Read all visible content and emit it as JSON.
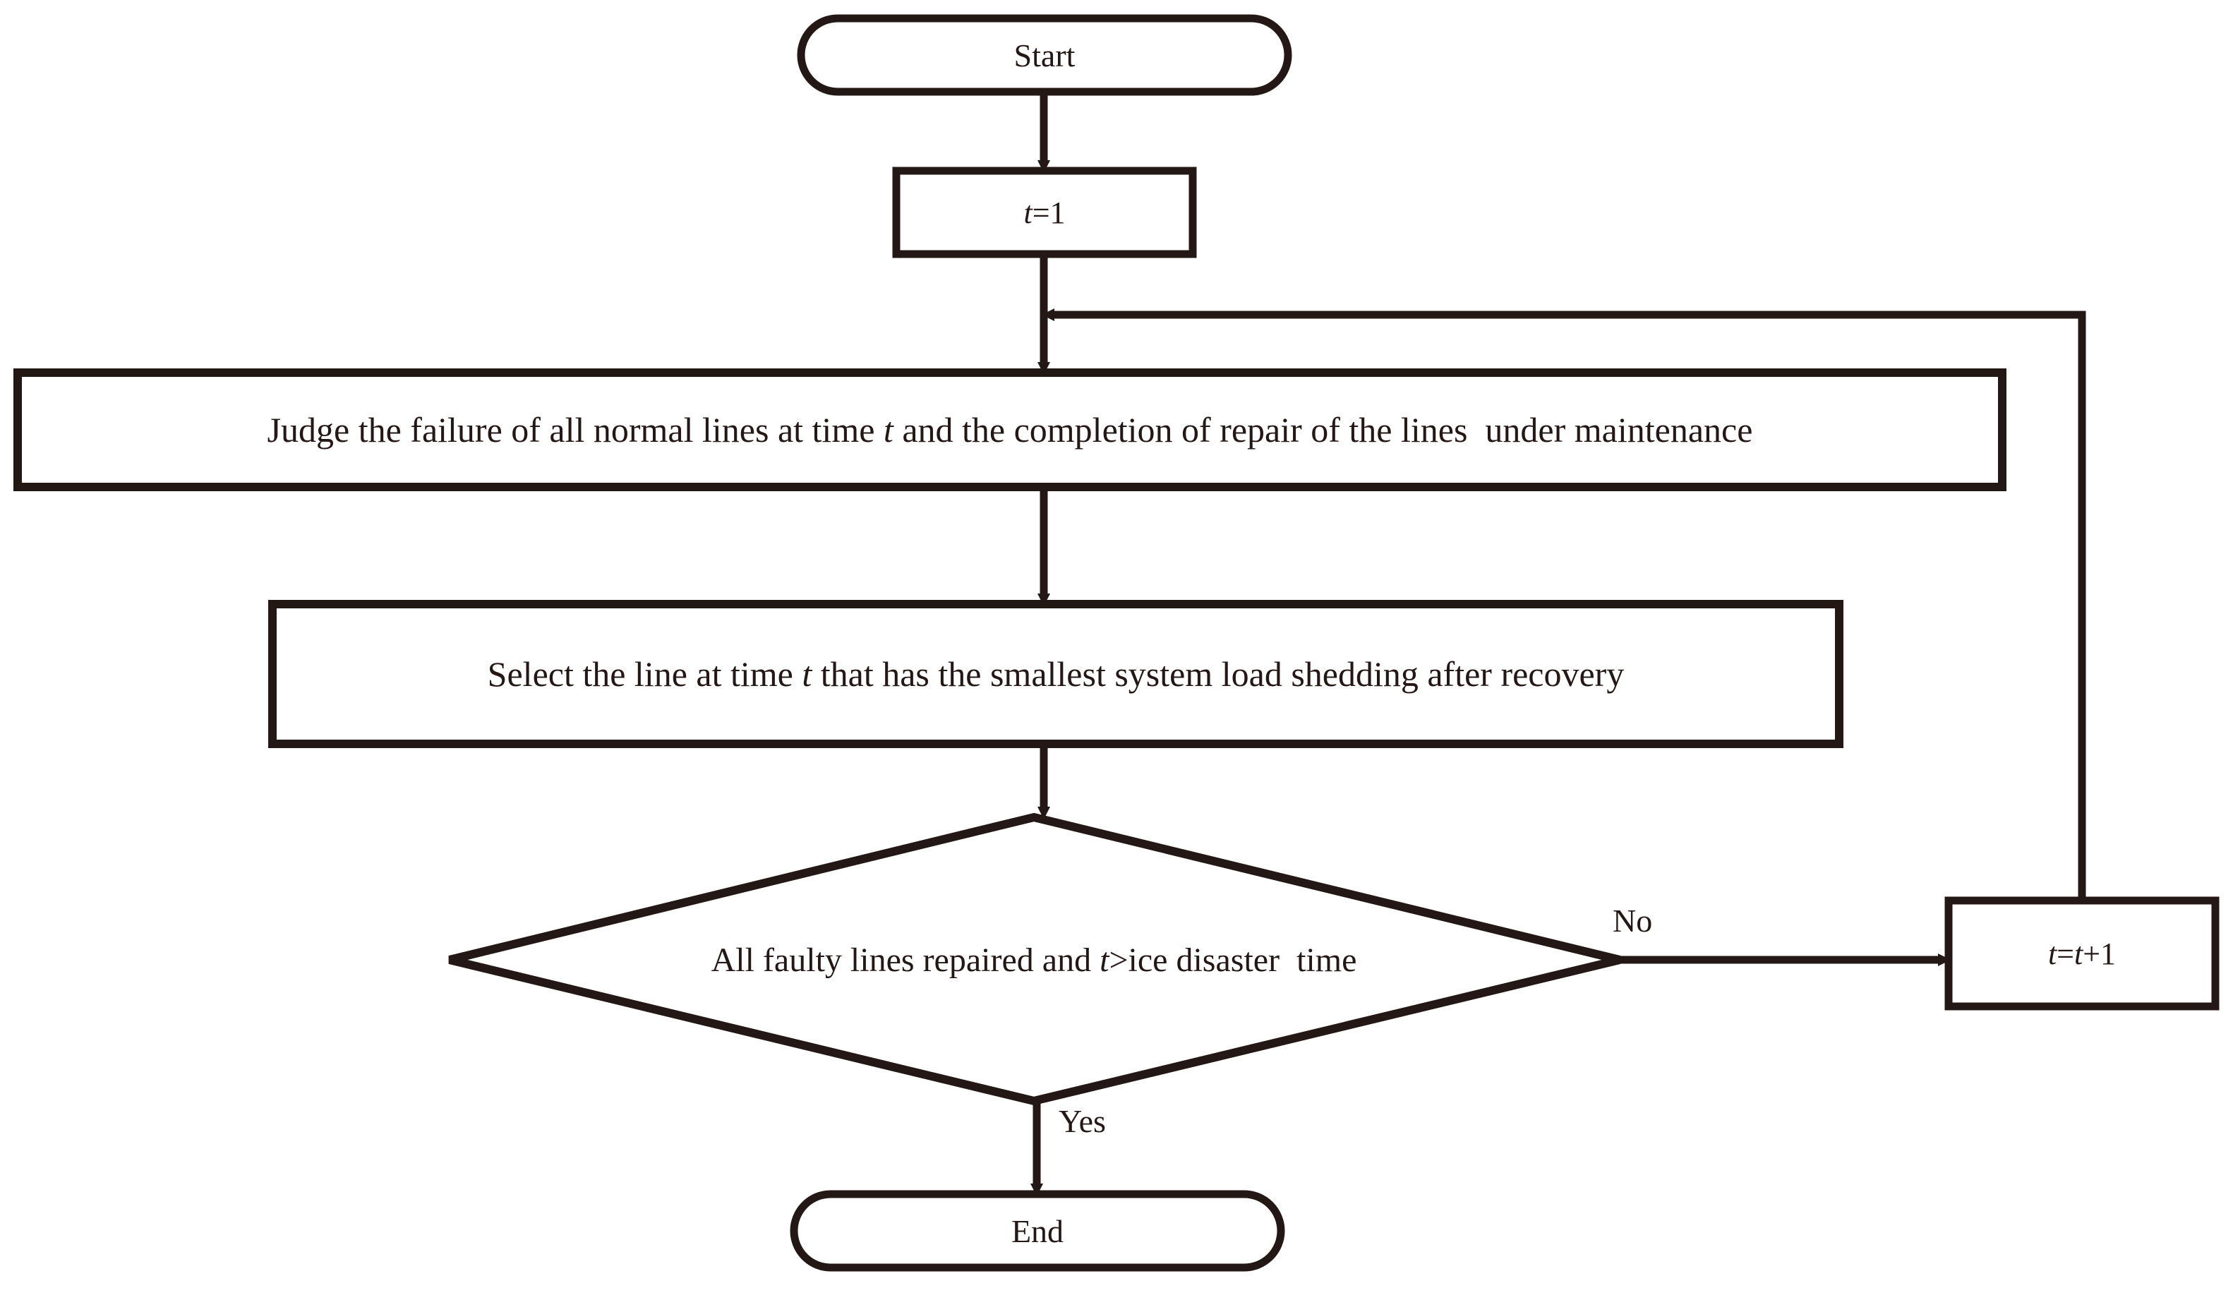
{
  "diagram": {
    "title": "Ice disaster line repair scheduling flowchart",
    "colors": {
      "stroke": "#231815",
      "fill": "#ffffff",
      "text": "#231815"
    },
    "nodes": {
      "start": {
        "shape": "terminal-rounded",
        "label": "Start"
      },
      "init_t": {
        "shape": "process-rectangle",
        "label": "t=1",
        "label_italic_part": "t",
        "label_plain_part": "=1"
      },
      "judge": {
        "shape": "process-rectangle",
        "label_pre": "Judge the failure of all normal lines at time ",
        "label_italic": "t",
        "label_post": " and the completion of repair of the lines  under maintenance"
      },
      "select": {
        "shape": "process-rectangle",
        "label_pre": "Select the line at time ",
        "label_italic": "t",
        "label_post": " that has the smallest system load shedding after recovery"
      },
      "decision": {
        "shape": "decision-diamond",
        "label_pre": "All faulty lines repaired and ",
        "label_italic": "t",
        "label_post": ">ice disaster  time"
      },
      "increment_t": {
        "shape": "process-rectangle",
        "label_italic_1": "t",
        "label_mid": "=",
        "label_italic_2": "t",
        "label_post": "+1"
      },
      "end": {
        "shape": "terminal-rounded",
        "label": "End"
      }
    },
    "edges": [
      {
        "name": "start-to-init",
        "from": "start",
        "to": "init_t",
        "label": ""
      },
      {
        "name": "init-to-judge",
        "from": "init_t",
        "to": "judge",
        "label": ""
      },
      {
        "name": "judge-to-select",
        "from": "judge",
        "to": "select",
        "label": ""
      },
      {
        "name": "select-to-decision",
        "from": "select",
        "to": "decision",
        "label": ""
      },
      {
        "name": "decision-no-to-increment",
        "from": "decision",
        "to": "increment_t",
        "label": "No"
      },
      {
        "name": "decision-yes-to-end",
        "from": "decision",
        "to": "end",
        "label": "Yes"
      },
      {
        "name": "increment-feedback-to-judge",
        "from": "increment_t",
        "to": "judge",
        "label": ""
      }
    ],
    "edge_labels": {
      "no": "No",
      "yes": "Yes"
    }
  }
}
